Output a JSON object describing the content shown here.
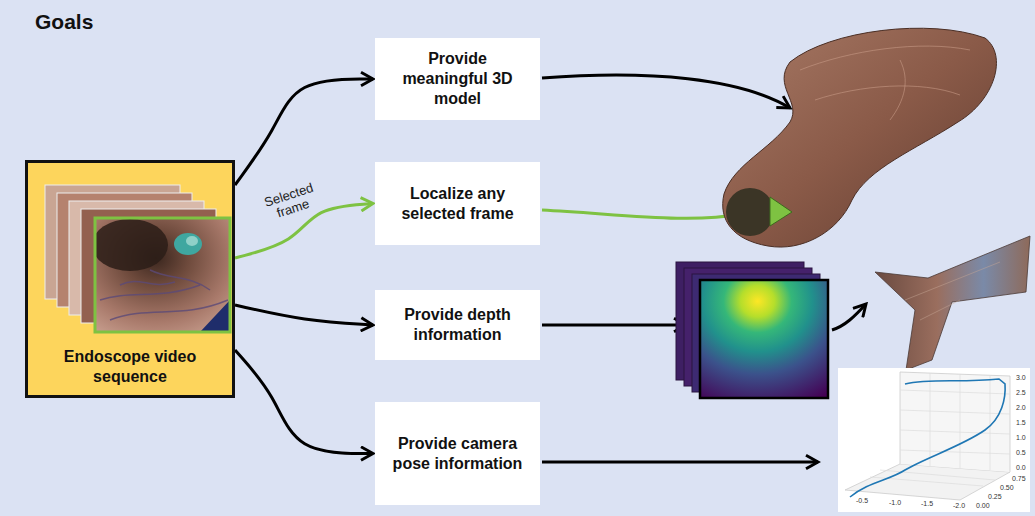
{
  "diagram": {
    "title": "Goals",
    "nodes": [
      {
        "text": [
          "Endoscope video sequence"
        ]
      },
      {
        "text": [
          "Provide meaningful 3D model"
        ]
      },
      {
        "text": [
          "Localize any selected frame"
        ]
      },
      {
        "text": [
          "Provide depth information"
        ]
      },
      {
        "text": [
          "Provide camera pose information"
        ]
      }
    ],
    "edges": [
      {
        "from": 0,
        "to": 1,
        "arrow": "to"
      },
      {
        "from": 0,
        "to": 2,
        "label": "Selected frame",
        "arrow": "to"
      },
      {
        "from": 0,
        "to": 3,
        "arrow": "to"
      },
      {
        "from": 0,
        "to": 4,
        "arrow": "to"
      }
    ],
    "labels": [
      "-0.5",
      "-1.0",
      "-1.5",
      "-2.0",
      "0.00",
      "0.25",
      "0.50",
      "0.75",
      "3.0",
      "2.5",
      "2.0",
      "1.5",
      "1.0",
      "0.5",
      "0.0"
    ]
  }
}
